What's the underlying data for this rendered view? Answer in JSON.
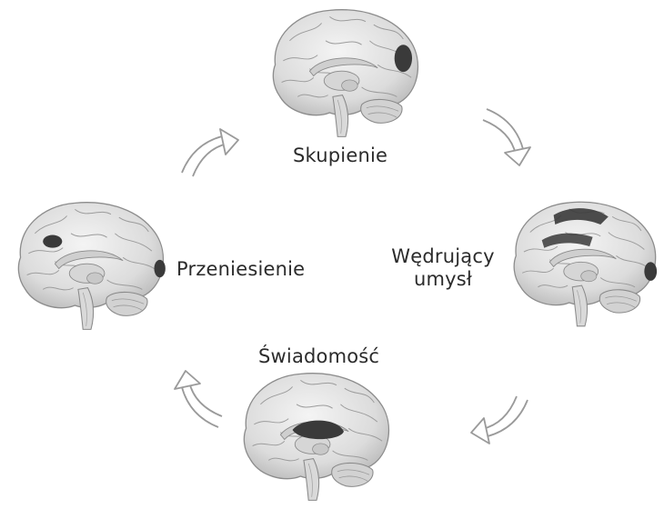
{
  "diagram": {
    "stages": {
      "focus": {
        "label": "Skupienie"
      },
      "wandering": {
        "label_line1": "Wędrujący",
        "label_line2": "umysł"
      },
      "awareness": {
        "label": "Świadomość"
      },
      "transfer": {
        "label": "Przeniesienie"
      }
    },
    "colors": {
      "text": "#2b2b2b",
      "brain_fill": "#e4e4e4",
      "brain_line": "#8c8c8c",
      "highlight": "#3a3a3a",
      "arrow_line": "#9a9a9a"
    }
  }
}
